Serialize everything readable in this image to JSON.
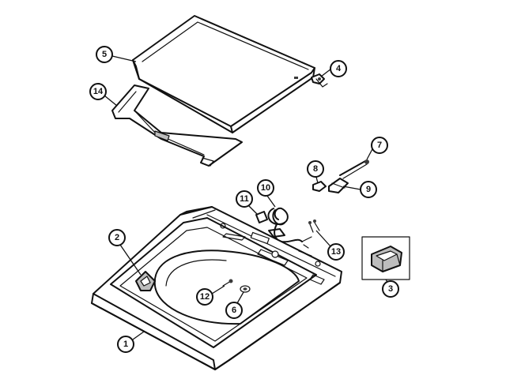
{
  "diagram": {
    "callouts": [
      {
        "id": "c5",
        "label": "5"
      },
      {
        "id": "c4",
        "label": "4"
      },
      {
        "id": "c14",
        "label": "14"
      },
      {
        "id": "c7",
        "label": "7"
      },
      {
        "id": "c8",
        "label": "8"
      },
      {
        "id": "c9",
        "label": "9"
      },
      {
        "id": "c10",
        "label": "10"
      },
      {
        "id": "c11",
        "label": "11"
      },
      {
        "id": "c13",
        "label": "13"
      },
      {
        "id": "c2",
        "label": "2"
      },
      {
        "id": "c3",
        "label": "3"
      },
      {
        "id": "c12",
        "label": "12"
      },
      {
        "id": "c6",
        "label": "6"
      },
      {
        "id": "c1",
        "label": "1"
      }
    ]
  }
}
